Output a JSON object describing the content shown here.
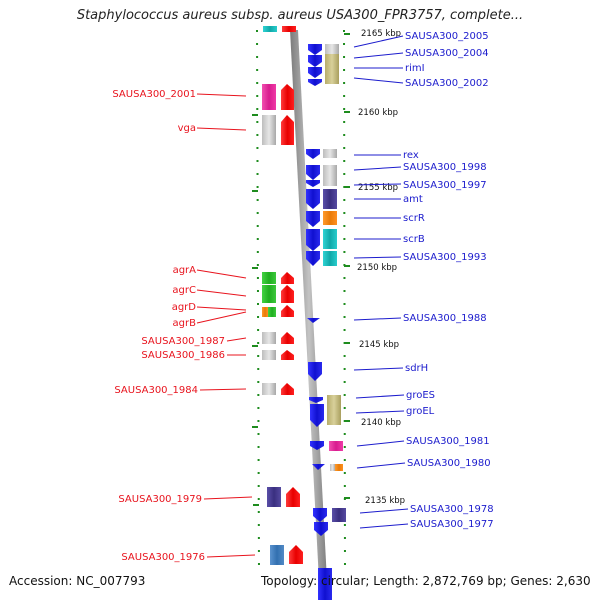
{
  "header": {
    "title": "Staphylococcus aureus subsp. aureus USA300_FPR3757, complete..."
  },
  "footer": {
    "accession": "Accession: NC_007793",
    "topology": "Topology: circular; Length: 2,872,769 bp; Genes: 2,630"
  },
  "ruler": [
    "2165 kbp",
    "2160 kbp",
    "2155 kbp",
    "2150 kbp",
    "2145 kbp",
    "2140 kbp",
    "2135 kbp"
  ],
  "genes_left": [
    {
      "id": "SAUSA300_2001",
      "color": "#ee2aa0"
    },
    {
      "id": "vga",
      "color": "#ff1a1a"
    },
    {
      "id": "agrA",
      "color": "#33cc33"
    },
    {
      "id": "agrC",
      "color": "#33cc33"
    },
    {
      "id": "agrD",
      "color": "#ff8c1a"
    },
    {
      "id": "agrB",
      "color": "#ff1a1a"
    },
    {
      "id": "SAUSA300_1987",
      "color": "#aaaaaa"
    },
    {
      "id": "SAUSA300_1986",
      "color": "#aaaaaa"
    },
    {
      "id": "SAUSA300_1984",
      "color": "#aaaaaa"
    },
    {
      "id": "SAUSA300_1979",
      "color": "#4a3f96"
    },
    {
      "id": "SAUSA300_1976",
      "color": "#3f7fc2"
    }
  ],
  "genes_right": [
    {
      "id": "SAUSA300_2005",
      "color": "#c8c08a"
    },
    {
      "id": "SAUSA300_2004",
      "color": "#c8c08a"
    },
    {
      "id": "rimI",
      "color": "#1a1aee"
    },
    {
      "id": "SAUSA300_2002",
      "color": "#aaaaaa"
    },
    {
      "id": "rex",
      "color": "#aaaaaa"
    },
    {
      "id": "SAUSA300_1998",
      "color": "#aaaaaa"
    },
    {
      "id": "SAUSA300_1997",
      "color": "#aaaaaa"
    },
    {
      "id": "amt",
      "color": "#4a3f96"
    },
    {
      "id": "scrR",
      "color": "#ff8c1a"
    },
    {
      "id": "scrB",
      "color": "#1ec8c8"
    },
    {
      "id": "SAUSA300_1993",
      "color": "#1ec8c8"
    },
    {
      "id": "SAUSA300_1988",
      "color": "#1a1aee"
    },
    {
      "id": "sdrH",
      "color": "#1a1aee"
    },
    {
      "id": "groES",
      "color": "#c8c08a"
    },
    {
      "id": "groEL",
      "color": "#c8c08a"
    },
    {
      "id": "SAUSA300_1981",
      "color": "#ee2aa0"
    },
    {
      "id": "SAUSA300_1980",
      "color": "#ff8c1a"
    },
    {
      "id": "SAUSA300_1978",
      "color": "#4a3f96"
    },
    {
      "id": "SAUSA300_1977",
      "color": "#1a1aee"
    }
  ]
}
